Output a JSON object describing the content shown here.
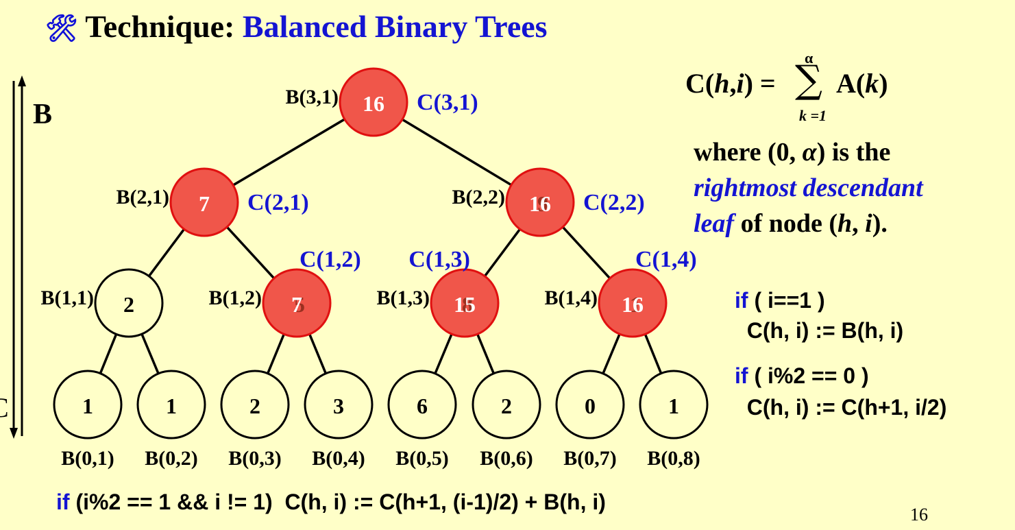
{
  "title": {
    "icon": "wrench-icon",
    "prefix": "Technique:",
    "highlight": "Balanced Binary Trees"
  },
  "side_labels": {
    "top": "B",
    "bottom": "C"
  },
  "nodes": [
    {
      "id": "n31",
      "b_label": "B(3,1)",
      "c_label": "C(3,1)",
      "value": "16",
      "filled": true,
      "under_value": "",
      "level": 3,
      "index": 1
    },
    {
      "id": "n21",
      "b_label": "B(2,1)",
      "c_label": "C(2,1)",
      "value": "7",
      "filled": true,
      "under_value": "",
      "level": 2,
      "index": 1
    },
    {
      "id": "n22",
      "b_label": "B(2,2)",
      "c_label": "C(2,2)",
      "value": "16",
      "filled": true,
      "under_value": "9",
      "level": 2,
      "index": 2
    },
    {
      "id": "n11",
      "b_label": "B(1,1)",
      "c_label": "",
      "value": "2",
      "filled": false,
      "under_value": "",
      "level": 1,
      "index": 1
    },
    {
      "id": "n12",
      "b_label": "B(1,2)",
      "c_label": "C(1,2)",
      "value": "7",
      "filled": true,
      "under_value": "5",
      "level": 1,
      "index": 2
    },
    {
      "id": "n13",
      "b_label": "B(1,3)",
      "c_label": "C(1,3)",
      "value": "15",
      "filled": true,
      "under_value": "8",
      "level": 1,
      "index": 3
    },
    {
      "id": "n14",
      "b_label": "B(1,4)",
      "c_label": "C(1,4)",
      "value": "16",
      "filled": true,
      "under_value": "1",
      "level": 1,
      "index": 4
    },
    {
      "id": "n01",
      "b_label": "B(0,1)",
      "c_label": "",
      "value": "1",
      "filled": false,
      "under_value": "",
      "level": 0,
      "index": 1
    },
    {
      "id": "n02",
      "b_label": "B(0,2)",
      "c_label": "",
      "value": "1",
      "filled": false,
      "under_value": "",
      "level": 0,
      "index": 2
    },
    {
      "id": "n03",
      "b_label": "B(0,3)",
      "c_label": "",
      "value": "2",
      "filled": false,
      "under_value": "",
      "level": 0,
      "index": 3
    },
    {
      "id": "n04",
      "b_label": "B(0,4)",
      "c_label": "",
      "value": "3",
      "filled": false,
      "under_value": "",
      "level": 0,
      "index": 4
    },
    {
      "id": "n05",
      "b_label": "B(0,5)",
      "c_label": "",
      "value": "6",
      "filled": false,
      "under_value": "",
      "level": 0,
      "index": 5
    },
    {
      "id": "n06",
      "b_label": "B(0,6)",
      "c_label": "",
      "value": "2",
      "filled": false,
      "under_value": "",
      "level": 0,
      "index": 6
    },
    {
      "id": "n07",
      "b_label": "B(0,7)",
      "c_label": "",
      "value": "0",
      "filled": false,
      "under_value": "",
      "level": 0,
      "index": 7
    },
    {
      "id": "n08",
      "b_label": "B(0,8)",
      "c_label": "",
      "value": "1",
      "filled": false,
      "under_value": "",
      "level": 0,
      "index": 8
    }
  ],
  "edges": [
    [
      "n31",
      "n21"
    ],
    [
      "n31",
      "n22"
    ],
    [
      "n21",
      "n11"
    ],
    [
      "n21",
      "n12"
    ],
    [
      "n22",
      "n13"
    ],
    [
      "n22",
      "n14"
    ],
    [
      "n11",
      "n01"
    ],
    [
      "n11",
      "n02"
    ],
    [
      "n12",
      "n03"
    ],
    [
      "n12",
      "n04"
    ],
    [
      "n13",
      "n05"
    ],
    [
      "n13",
      "n06"
    ],
    [
      "n14",
      "n07"
    ],
    [
      "n14",
      "n08"
    ]
  ],
  "formula": {
    "lhs": "C(",
    "h": "h",
    "comma": ",",
    "i": "i",
    "close": ")",
    "eq": "=",
    "sum_top": "α",
    "sum_symbol": "∑",
    "sum_bottom": "k =1",
    "rhs_a": "A(",
    "rhs_k": "k",
    "rhs_close": ")"
  },
  "description": {
    "line1_a": "where (0, ",
    "line1_alpha": "α",
    "line1_b": ") is the",
    "line2": "rightmost descendant",
    "line3_a": "leaf",
    "line3_b": " of node (",
    "line3_h": "h",
    "line3_c": ", ",
    "line3_i": "i",
    "line3_d": ")."
  },
  "rules": [
    {
      "kw": "if",
      "cond": " ( i==1 )",
      "body": "  C(h, i) := B(h, i)"
    },
    {
      "kw": "if",
      "cond": " ( i%2 == 0 )",
      "body": "  C(h, i) := C(h+1, i/2)"
    }
  ],
  "bottom_rule": {
    "kw": "if",
    "text": " (i%2 == 1 && i != 1)  C(h, i) := C(h+1, (i-1)/2) + B(h, i)"
  },
  "page_number": "16",
  "colors": {
    "node_fill": "#f0564a",
    "node_stroke": "#e01010",
    "open_fill": "#ffffc8",
    "blue": "#1414d2",
    "background": "#ffffc8"
  }
}
